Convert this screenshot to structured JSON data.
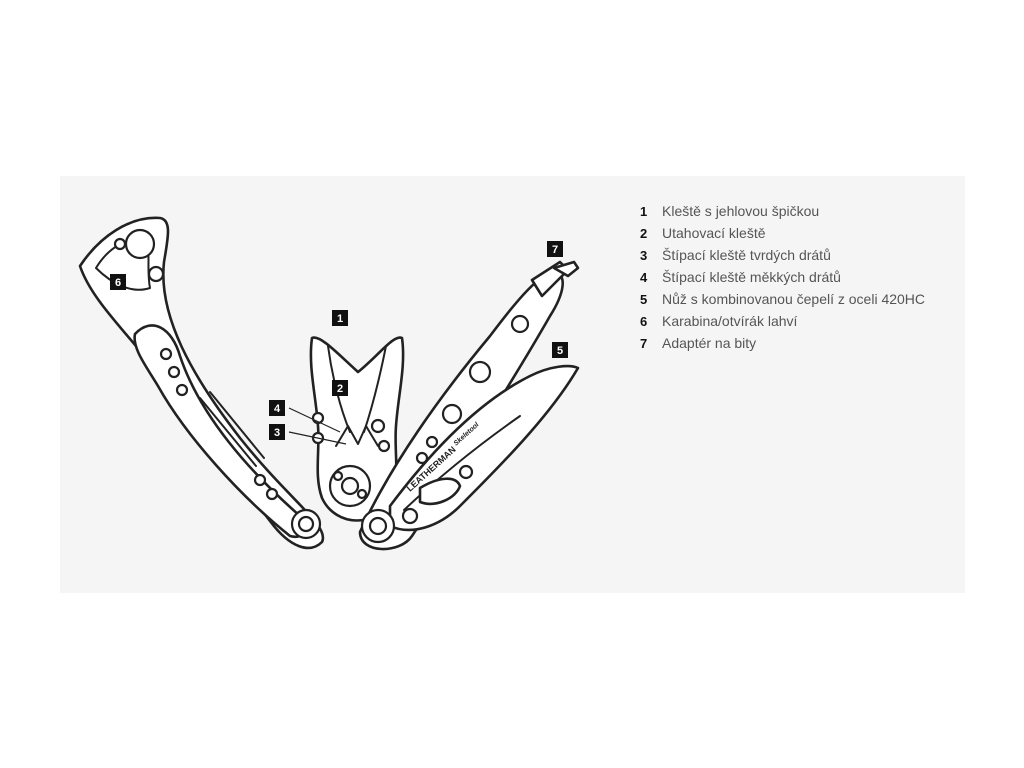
{
  "diagram": {
    "brand": "LEATHERMAN",
    "model": "Skeletool",
    "callouts": [
      {
        "num": "1",
        "tool": "needlenose-pliers"
      },
      {
        "num": "2",
        "tool": "regular-pliers"
      },
      {
        "num": "3",
        "tool": "hard-wire-cutters"
      },
      {
        "num": "4",
        "tool": "wire-cutters"
      },
      {
        "num": "5",
        "tool": "combo-knife"
      },
      {
        "num": "6",
        "tool": "carabiner-bottle-opener"
      },
      {
        "num": "7",
        "tool": "bit-driver"
      }
    ]
  },
  "legend": [
    {
      "num": "1",
      "label": "Kleště s jehlovou špičkou"
    },
    {
      "num": "2",
      "label": "Utahovací kleště"
    },
    {
      "num": "3",
      "label": "Štípací kleště tvrdých drátů"
    },
    {
      "num": "4",
      "label": "Štípací kleště měkkých drátů"
    },
    {
      "num": "5",
      "label": "Nůž s kombinovanou čepelí z oceli 420HC"
    },
    {
      "num": "6",
      "label": "Karabina/otvírák lahví"
    },
    {
      "num": "7",
      "label": "Adaptér na bity"
    }
  ],
  "colors": {
    "panel": "#f5f5f5",
    "line": "#222222",
    "badge": "#111111",
    "legend_text": "#555555"
  }
}
